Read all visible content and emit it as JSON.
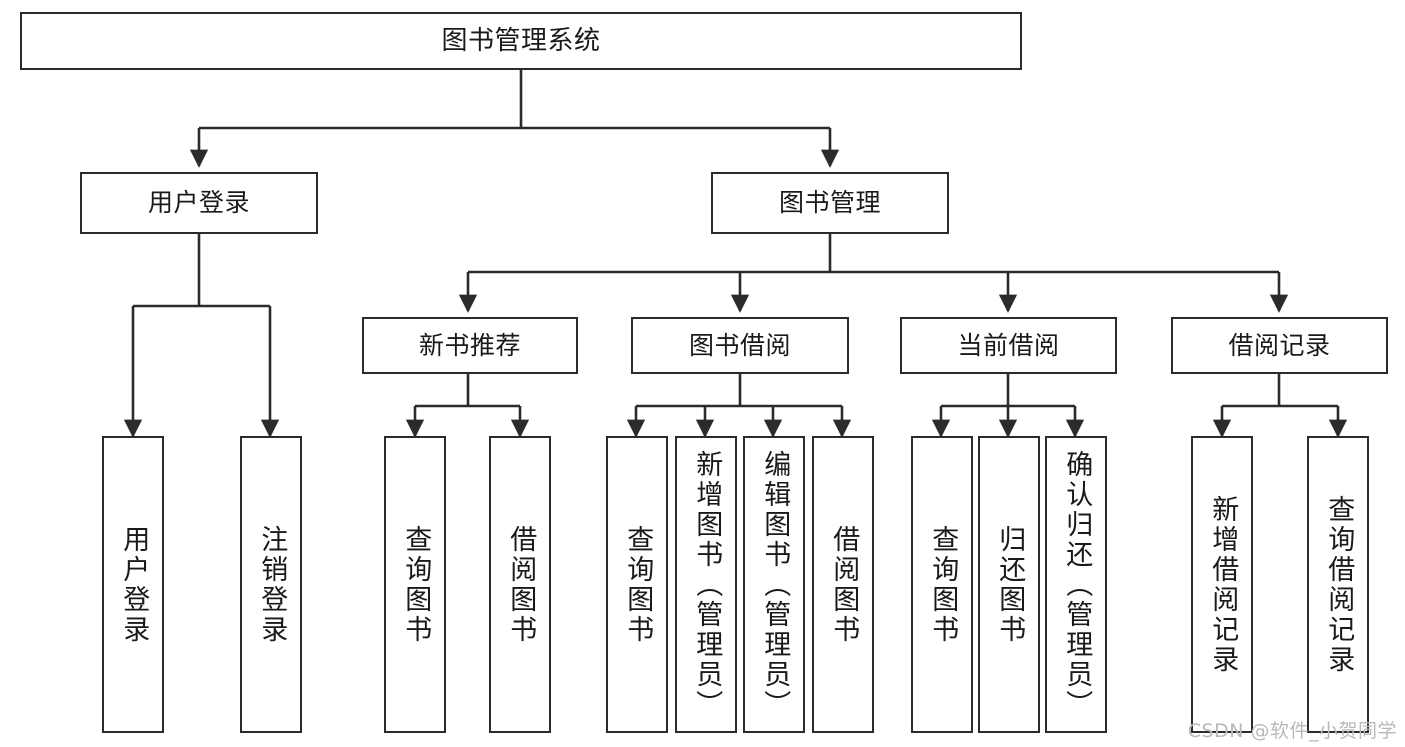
{
  "diagram": {
    "title": "图书管理系统",
    "type": "tree",
    "style": {
      "background": "#ffffff",
      "box_border": "#2b2b2b",
      "box_fill": "#ffffff",
      "text_color": "#1a1a1a",
      "edge_color": "#2b2b2b",
      "watermark_color": "#b9b9b9"
    },
    "root": {
      "label": "图书管理系统"
    },
    "level2": [
      {
        "label": "用户登录"
      },
      {
        "label": "图书管理"
      }
    ],
    "level3": [
      {
        "label": "新书推荐"
      },
      {
        "label": "图书借阅"
      },
      {
        "label": "当前借阅"
      },
      {
        "label": "借阅记录"
      }
    ],
    "leaves": {
      "user_login": [
        {
          "label": "用户登录"
        },
        {
          "label": "注销登录"
        }
      ],
      "new_book": [
        {
          "label": "查询图书"
        },
        {
          "label": "借阅图书"
        }
      ],
      "book_borrow": [
        {
          "label": "查询图书"
        },
        {
          "label": "新增图书（管理员）"
        },
        {
          "label": "编辑图书（管理员）"
        },
        {
          "label": "借阅图书"
        }
      ],
      "current_borrow": [
        {
          "label": "查询图书"
        },
        {
          "label": "归还图书"
        },
        {
          "label": "确认归还（管理员）"
        }
      ],
      "borrow_record": [
        {
          "label": "新增借阅记录"
        },
        {
          "label": "查询借阅记录"
        }
      ]
    }
  },
  "watermark": {
    "text": "CSDN @软件_小贺同学"
  }
}
